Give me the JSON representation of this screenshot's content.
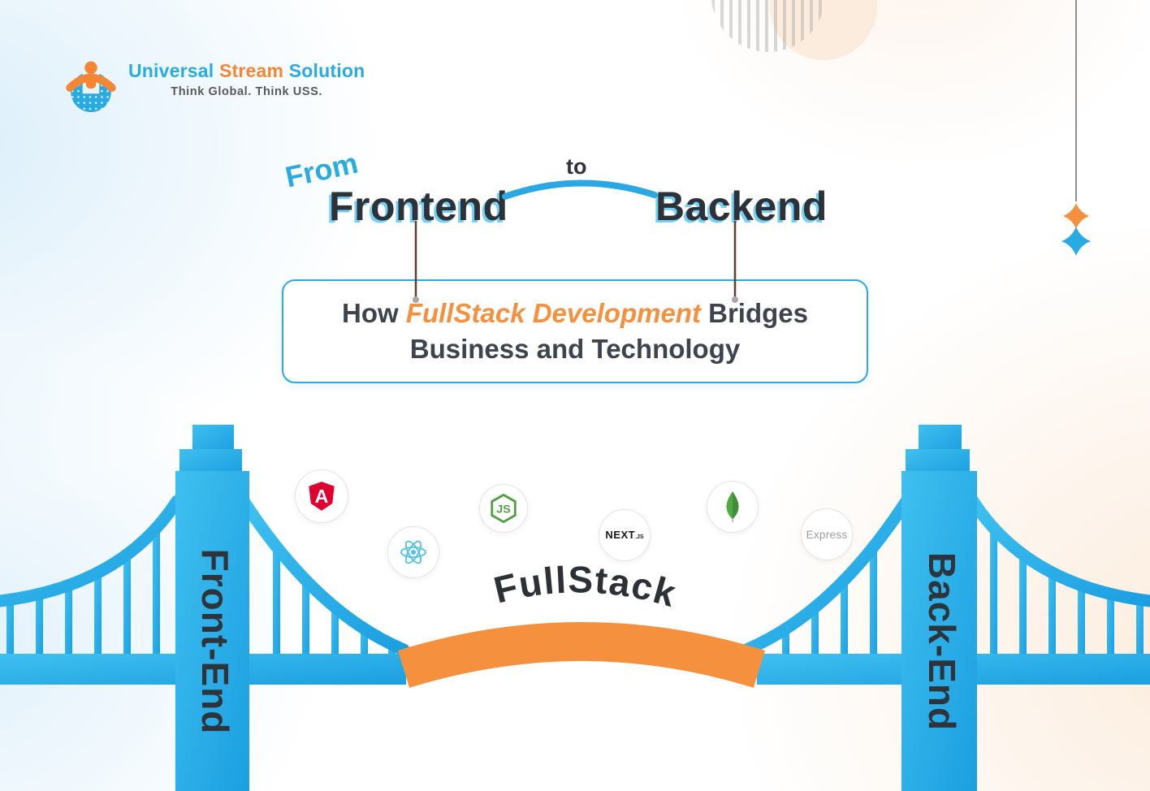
{
  "brand": {
    "word1": "Universal",
    "word2": "Stream",
    "word3": "Solution",
    "tagline": "Think Global.  Think  USS.",
    "logo_icon": "person-globe-icon"
  },
  "headline": {
    "from": "From",
    "left": "Frontend",
    "to": "to",
    "right": "Backend"
  },
  "title": {
    "prefix": "How",
    "highlight": "FullStack Development",
    "suffix": "Bridges",
    "line2": "Business and Technology"
  },
  "bridge": {
    "left_label": "Front-End",
    "right_label": "Back-End",
    "center_label": "FullStack"
  },
  "technologies": [
    {
      "icon": "angular-icon",
      "label": "A"
    },
    {
      "icon": "react-icon"
    },
    {
      "icon": "nodejs-icon",
      "label": "JS"
    },
    {
      "icon": "nextjs-icon",
      "label_main": "NEXT",
      "label_suffix": ".JS"
    },
    {
      "icon": "mongodb-icon"
    },
    {
      "icon": "express-icon",
      "label": "Express"
    }
  ],
  "colors": {
    "accent_blue": "#29abe2",
    "accent_orange": "#f58634",
    "bridge_blue": "#2bb0e8",
    "arch_orange": "#f5913e",
    "dark_text": "#2c3238",
    "gray_text": "#3d444d",
    "peach": "#fcecdd",
    "angular_red": "#dd0031",
    "react_cyan": "#53c1de",
    "node_green": "#539e43",
    "mongo_green": "#47a248"
  }
}
